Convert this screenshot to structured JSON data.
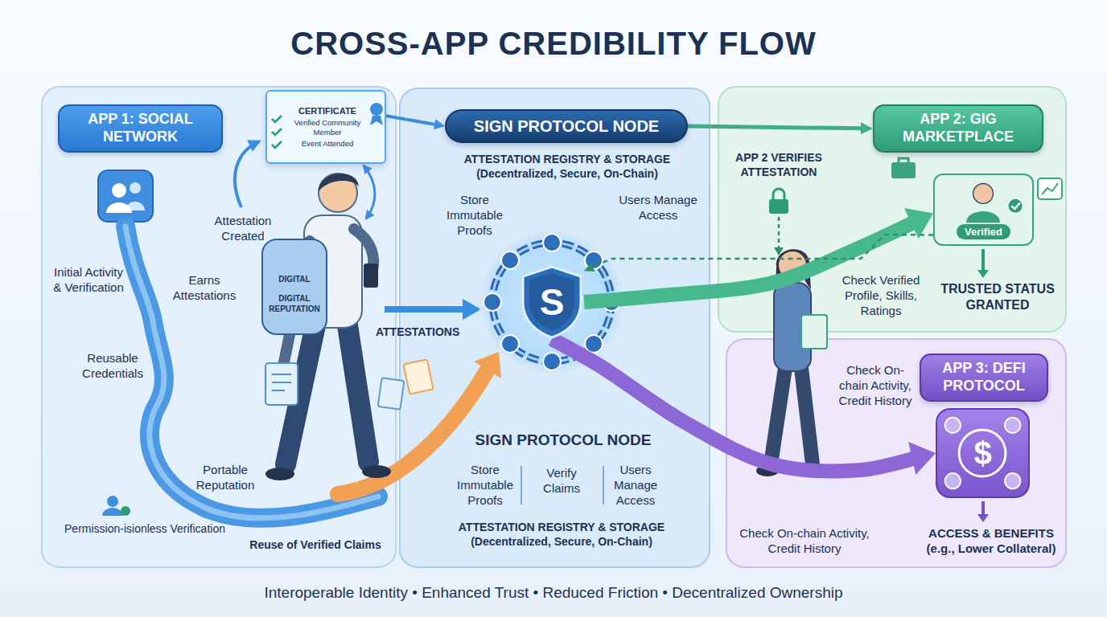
{
  "diagram": {
    "title": "CROSS-APP CREDIBILITY FLOW",
    "caption": "Interoperable Identity • Enhanced Trust • Reduced Friction • Decentralized Ownership",
    "nodes": [
      {
        "text": [
          "APP 1: SOCIAL NETWORK"
        ]
      },
      {
        "text": [
          "CERTIFICATE",
          "Verified Community Member",
          "Event Attended"
        ]
      },
      {
        "text": [
          "SIGN PROTOCOL NODE"
        ]
      },
      {
        "text": [
          "S"
        ]
      },
      {
        "text": [
          "APP 2: GIG MARKETPLACE"
        ]
      },
      {
        "text": [
          "Verified"
        ]
      },
      {
        "text": [
          "APP 3: DEFI PROTOCOL"
        ]
      },
      {
        "text": [
          "$"
        ]
      }
    ],
    "edges": [
      {
        "from": 1,
        "to": 2,
        "arrow": "to"
      },
      {
        "from": 2,
        "to": 4,
        "arrow": "to"
      },
      {
        "from": 3,
        "to": 5,
        "arrow": "to"
      },
      {
        "from": 5,
        "to": 3,
        "arrow": "to"
      },
      {
        "from": 3,
        "to": 7,
        "arrow": "to"
      }
    ],
    "labels": [
      "Attestation Created",
      "Initial Activity & Verification",
      "Earns Attestations",
      "DIGITAL",
      "DIGITAL REPUTATION",
      "Reusable Credentials",
      "Portable Reputation",
      "Permission-isionless Verification",
      "Reuse of Verified Claims",
      "ATTESTATIONS",
      "ATTESTATION REGISTRY & STORAGE (Decentralized, Secure, On-Chain)",
      "Store Immutable Proofs",
      "Users Manage Access",
      "SIGN PROTOCOL NODE",
      "Store Immutable Proofs",
      "Verify Claims",
      "Users Manage Access",
      "ATTESTATION REGISTRY & STORAGE (Decentralized, Secure, On-Chain)",
      "APP 2 VERIFIES ATTESTATION",
      "Check Verified Profile, Skills, Ratings",
      "TRUSTED STATUS GRANTED",
      "Check On-chain Activity, Credit History",
      "Check On-chain Activity, Credit History",
      "ACCESS & BENEFITS (e.g., Lower Collateral)"
    ]
  }
}
